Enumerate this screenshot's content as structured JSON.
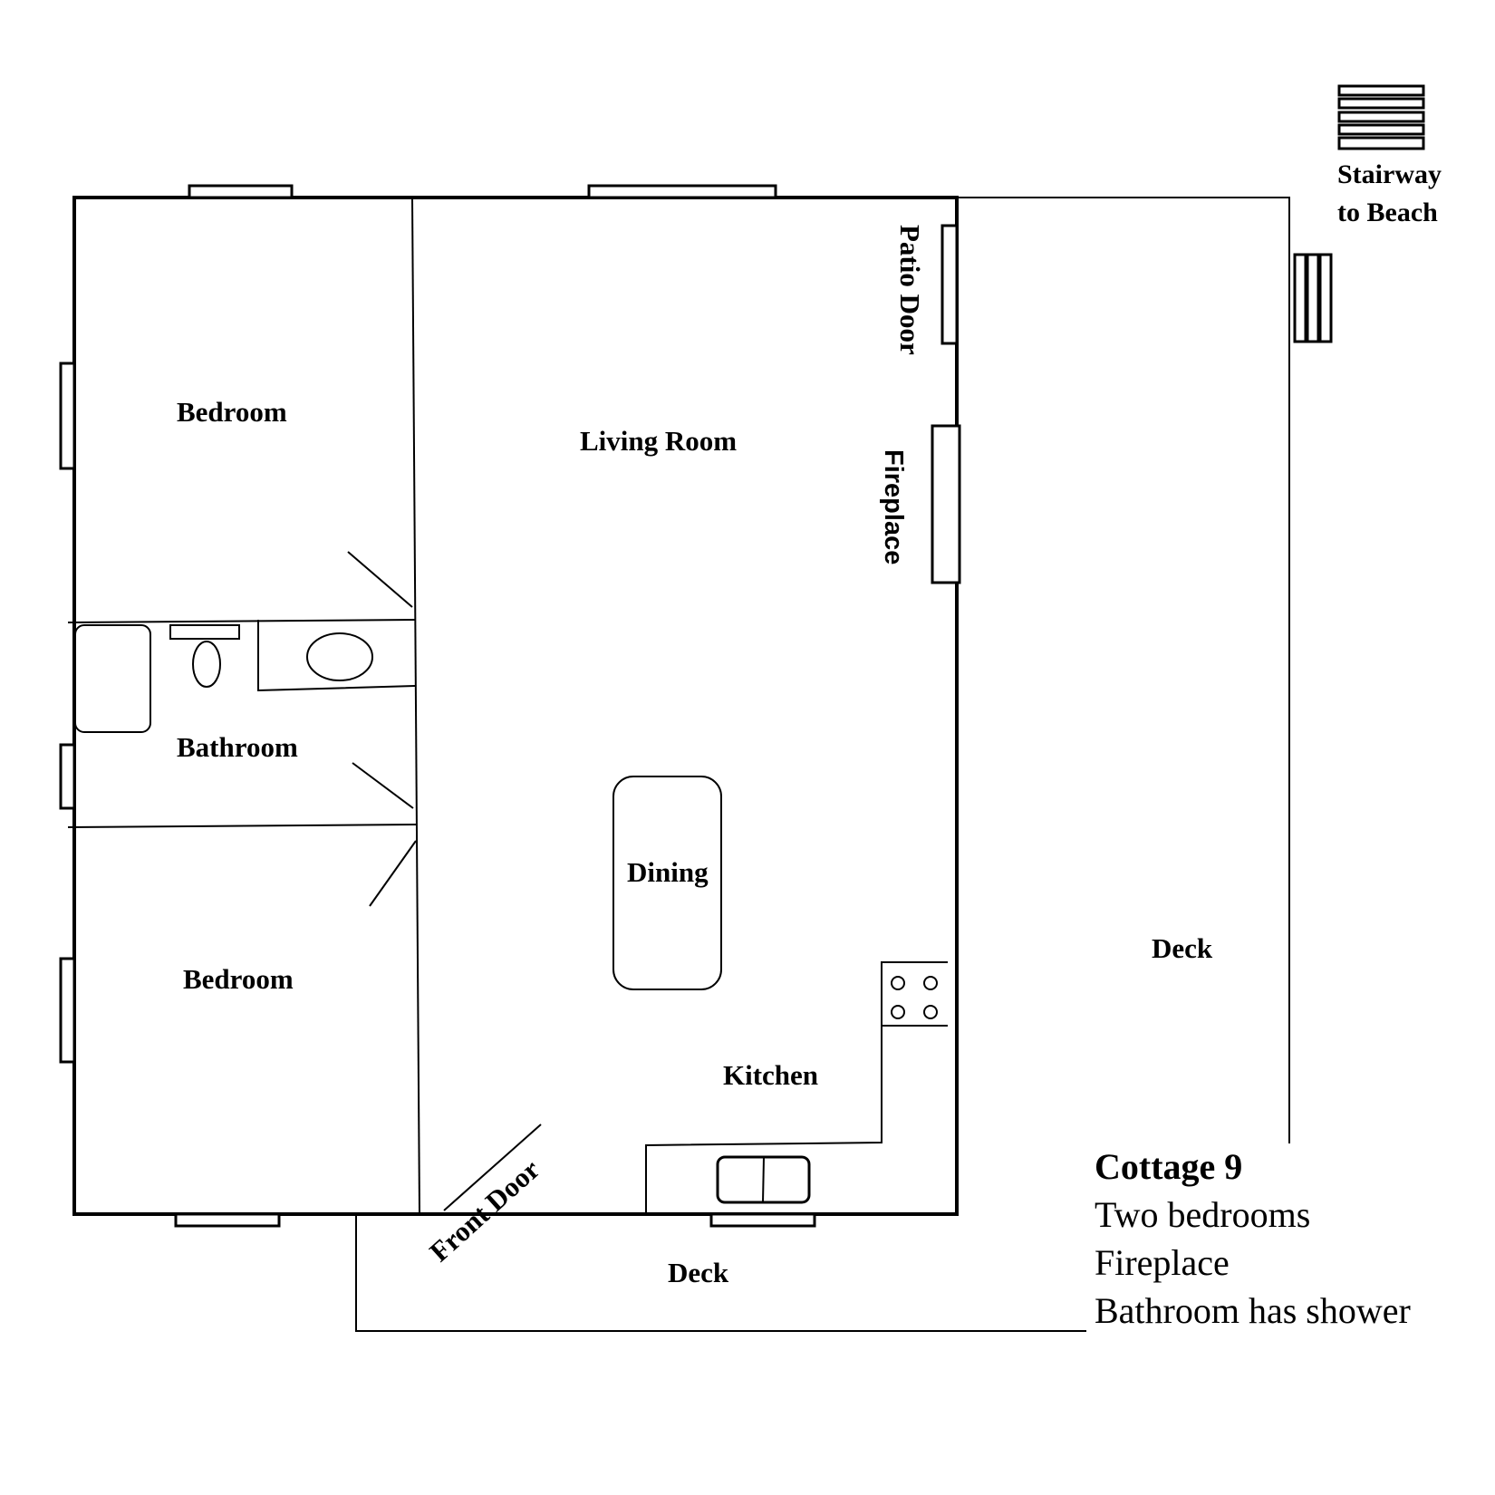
{
  "rooms": {
    "bedroom_top": "Bedroom",
    "bedroom_bottom": "Bedroom",
    "bathroom": "Bathroom",
    "living_room": "Living Room",
    "dining": "Dining",
    "kitchen": "Kitchen",
    "deck_east": "Deck",
    "deck_south": "Deck"
  },
  "features": {
    "patio_door": "Patio Door",
    "fireplace": "Fireplace",
    "front_door": "Front Door",
    "stairway_line1": "Stairway",
    "stairway_line2": "to Beach"
  },
  "info": {
    "title": "Cottage 9",
    "lines": [
      "Two bedrooms",
      "Fireplace",
      "Bathroom has shower"
    ]
  }
}
